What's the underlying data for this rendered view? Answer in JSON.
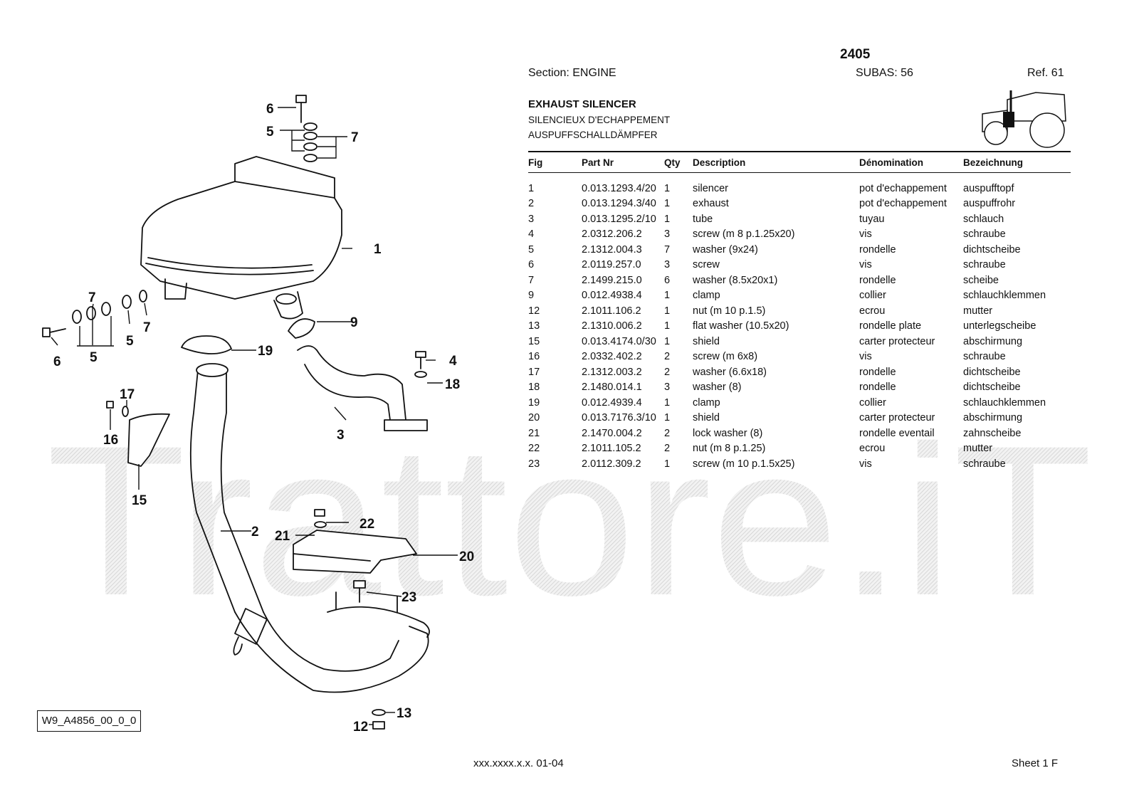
{
  "header": {
    "doc_number": "2405",
    "section": "Section: ENGINE",
    "subas": "SUBAS: 56",
    "ref": "Ref. 61",
    "title_en": "EXHAUST SILENCER",
    "title_fr": "SILENCIEUX D'ECHAPPEMENT",
    "title_de": "AUSPUFFSCHALLDÄMPFER"
  },
  "watermark": "Trattore.iT",
  "diagram": {
    "figure_code": "W9_A4856_00_0_0",
    "callouts": [
      "1",
      "2",
      "3",
      "4",
      "5",
      "5",
      "5",
      "6",
      "6",
      "7",
      "7",
      "7",
      "9",
      "12",
      "13",
      "15",
      "16",
      "17",
      "18",
      "19",
      "20",
      "21",
      "22",
      "23"
    ]
  },
  "table": {
    "columns": [
      "Fig",
      "Part Nr",
      "Qty",
      "Description",
      "Dénomination",
      "Bezeichnung"
    ],
    "rows": [
      [
        "1",
        "0.013.1293.4/20",
        "1",
        "silencer",
        "pot d'echappement",
        "auspufftopf"
      ],
      [
        "2",
        "0.013.1294.3/40",
        "1",
        "exhaust",
        "pot d'echappement",
        "auspuffrohr"
      ],
      [
        "3",
        "0.013.1295.2/10",
        "1",
        "tube",
        "tuyau",
        "schlauch"
      ],
      [
        "4",
        "2.0312.206.2",
        "3",
        "screw (m 8 p.1.25x20)",
        "vis",
        "schraube"
      ],
      [
        "5",
        "2.1312.004.3",
        "7",
        "washer (9x24)",
        "rondelle",
        "dichtscheibe"
      ],
      [
        "6",
        "2.0119.257.0",
        "3",
        "screw",
        "vis",
        "schraube"
      ],
      [
        "7",
        "2.1499.215.0",
        "6",
        "washer (8.5x20x1)",
        "rondelle",
        "scheibe"
      ],
      [
        "9",
        "0.012.4938.4",
        "1",
        "clamp",
        "collier",
        "schlauchklemmen"
      ],
      [
        "12",
        "2.1011.106.2",
        "1",
        "nut (m 10 p.1.5)",
        "ecrou",
        "mutter"
      ],
      [
        "13",
        "2.1310.006.2",
        "1",
        "flat washer (10.5x20)",
        "rondelle plate",
        "unterlegscheibe"
      ],
      [
        "15",
        "0.013.4174.0/30",
        "1",
        "shield",
        "carter protecteur",
        "abschirmung"
      ],
      [
        "16",
        "2.0332.402.2",
        "2",
        "screw (m 6x8)",
        "vis",
        "schraube"
      ],
      [
        "17",
        "2.1312.003.2",
        "2",
        "washer (6.6x18)",
        "rondelle",
        "dichtscheibe"
      ],
      [
        "18",
        "2.1480.014.1",
        "3",
        "washer (8)",
        "rondelle",
        "dichtscheibe"
      ],
      [
        "19",
        "0.012.4939.4",
        "1",
        "clamp",
        "collier",
        "schlauchklemmen"
      ],
      [
        "20",
        "0.013.7176.3/10",
        "1",
        "shield",
        "carter protecteur",
        "abschirmung"
      ],
      [
        "21",
        "2.1470.004.2",
        "2",
        "lock washer (8)",
        "rondelle eventail",
        "zahnscheibe"
      ],
      [
        "22",
        "2.1011.105.2",
        "2",
        "nut (m 8 p.1.25)",
        "ecrou",
        "mutter"
      ],
      [
        "23",
        "2.0112.309.2",
        "1",
        "screw (m 10 p.1.5x25)",
        "vis",
        "schraube"
      ]
    ]
  },
  "footer": {
    "version": "xxx.xxxx.x.x. 01-04",
    "sheet": "Sheet 1 F"
  }
}
